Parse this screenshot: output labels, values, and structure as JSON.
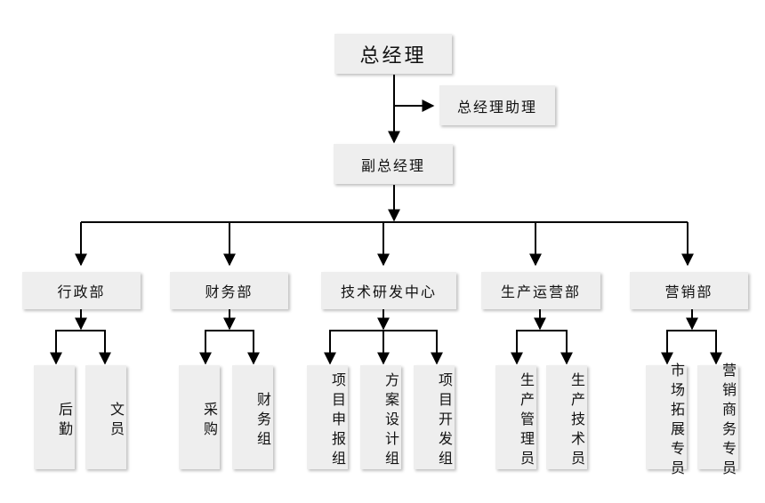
{
  "chart": {
    "gm": "总经理",
    "assistant": "总经理助理",
    "deputy": "副总经理",
    "departments": [
      {
        "name": "行政部",
        "units": [
          "后勤",
          "文员"
        ]
      },
      {
        "name": "财务部",
        "units": [
          "采购",
          "财务组"
        ]
      },
      {
        "name": "技术研发中心",
        "units": [
          "项目申报组",
          "方案设计组",
          "项目开发组"
        ]
      },
      {
        "name": "生产运营部",
        "units": [
          "生产管理员",
          "生产技术员"
        ]
      },
      {
        "name": "营销部",
        "units": [
          "市场拓展专员",
          "营销商务专员"
        ]
      }
    ]
  }
}
